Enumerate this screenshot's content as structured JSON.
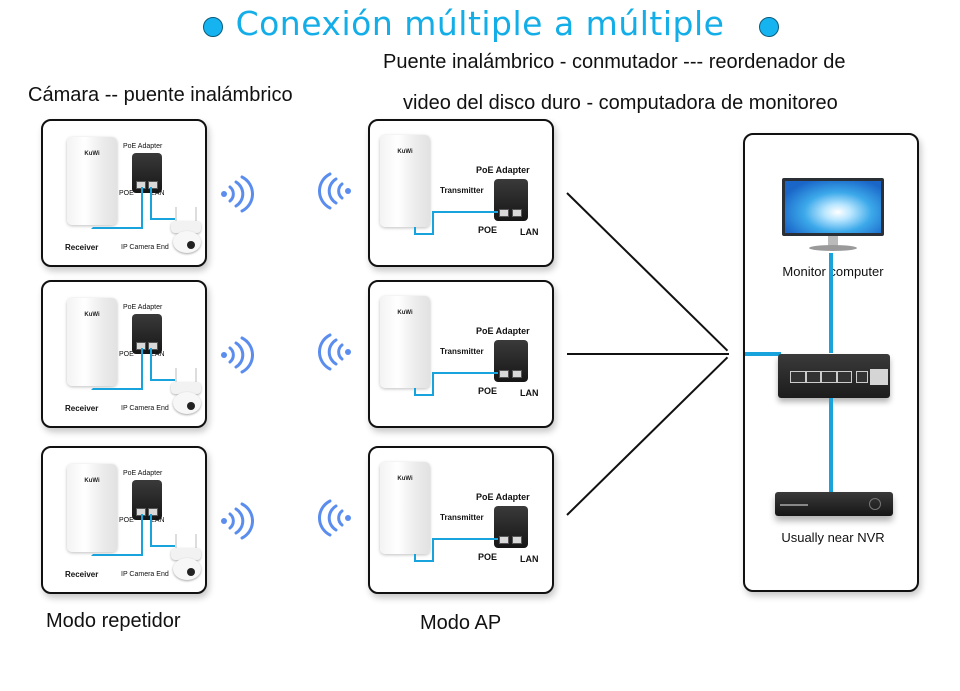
{
  "title": "Conexión múltiple a múltiple",
  "left_heading": "Cámara -- puente inalámbrico",
  "right_heading_line1": "Puente inalámbrico - conmutador --- reordenador de",
  "right_heading_line2": "video del disco duro - computadora de monitoreo",
  "colors": {
    "accent": "#13aee8",
    "cable": "#19a3dc",
    "wifi": "#5b8def"
  },
  "repeater_cards": [
    {
      "brand": "KuWi",
      "adapter_label": "PoE Adapter",
      "poe": "POE",
      "lan": "LAN",
      "device_label": "Receiver",
      "camera_label": "IP Camera End"
    },
    {
      "brand": "KuWi",
      "adapter_label": "PoE Adapter",
      "poe": "POE",
      "lan": "LAN",
      "device_label": "Receiver",
      "camera_label": "IP Camera End"
    },
    {
      "brand": "KuWi",
      "adapter_label": "PoE Adapter",
      "poe": "POE",
      "lan": "LAN",
      "device_label": "Receiver",
      "camera_label": "IP Camera End"
    }
  ],
  "ap_cards": [
    {
      "brand": "KuWi",
      "adapter_label": "PoE Adapter",
      "device_label": "Transmitter",
      "poe": "POE",
      "lan": "LAN"
    },
    {
      "brand": "KuWi",
      "adapter_label": "PoE Adapter",
      "device_label": "Transmitter",
      "poe": "POE",
      "lan": "LAN"
    },
    {
      "brand": "KuWi",
      "adapter_label": "PoE Adapter",
      "device_label": "Transmitter",
      "poe": "POE",
      "lan": "LAN"
    }
  ],
  "right_panel": {
    "monitor_label": "Monitor computer",
    "nvr_label": "Usually near NVR"
  },
  "captions": {
    "repeater": "Modo repetidor",
    "ap": "Modo AP"
  }
}
